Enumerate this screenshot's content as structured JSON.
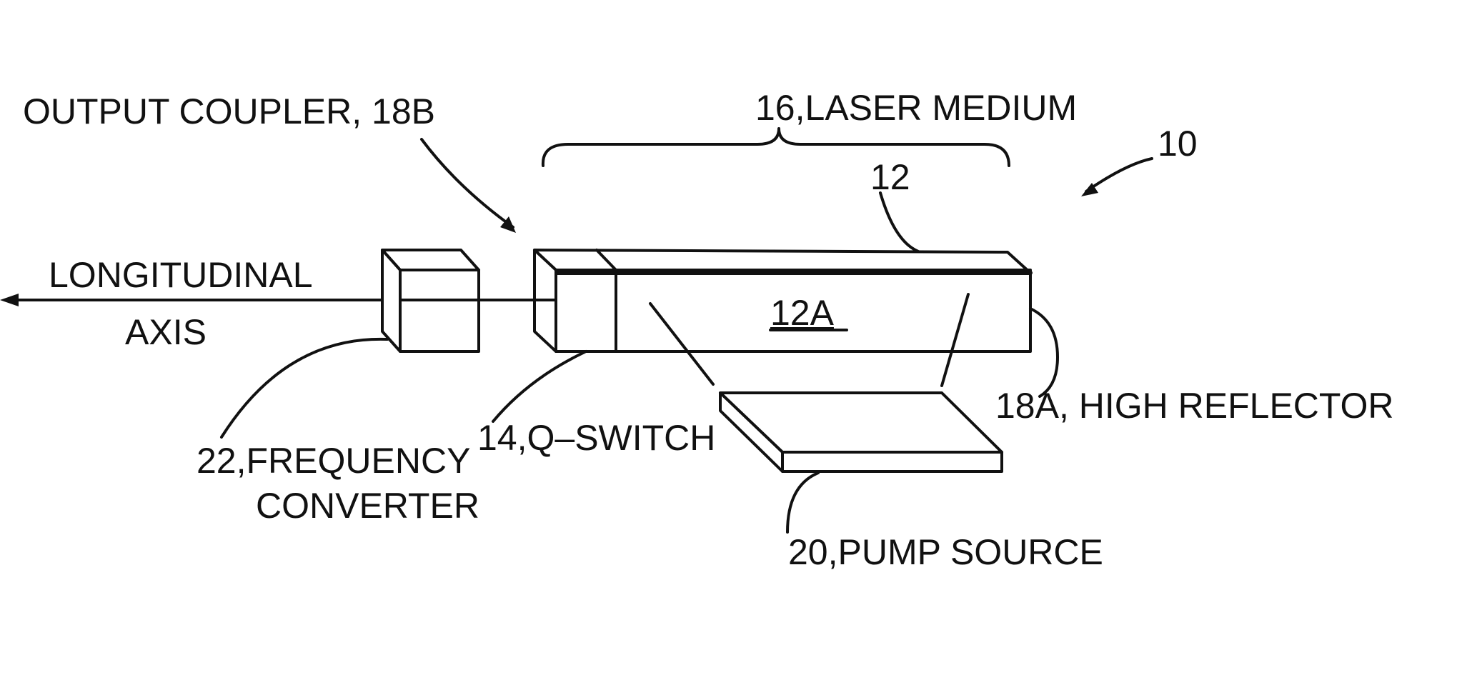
{
  "figure": {
    "figure_ref": "10",
    "labels": {
      "output_coupler": "OUTPUT  COUPLER, 18B",
      "laser_medium": "16,LASER  MEDIUM",
      "crystal": "12",
      "crystal_section": "12A",
      "axis_line1": "LONGITUDINAL",
      "axis_line2": "AXIS",
      "high_reflector": "18A, HIGH  REFLECTOR",
      "q_switch": "14,Q–SWITCH",
      "freq_converter_line1": "22,FREQUENCY",
      "freq_converter_line2": "CONVERTER",
      "pump_source": "20,PUMP  SOURCE"
    }
  }
}
